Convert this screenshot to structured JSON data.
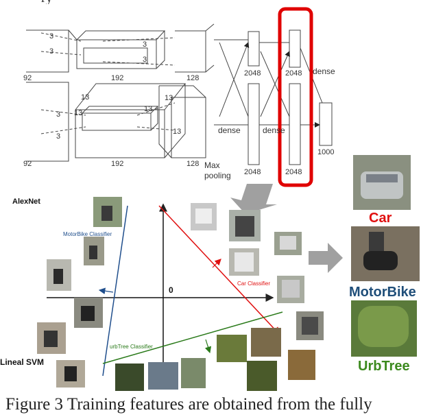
{
  "caption": "Figure 3 Training features are obtained from the fully",
  "top_fragment": "ry",
  "network": {
    "dims": {
      "d3a": "3",
      "d3b": "3",
      "d3c": "3",
      "d3d": "3",
      "d3e": "3",
      "d3f": "3",
      "d13a": "13",
      "d13b": "13",
      "d13c": "13",
      "d13d": "13",
      "d13e": "13",
      "d192a": "192",
      "d192b": "192",
      "d128a": "128",
      "d128b": "128",
      "d92a": "92",
      "d92b": "92",
      "d2048a": "2048",
      "d2048b": "2048",
      "d2048c": "2048",
      "d2048d": "2048",
      "d1000": "1000"
    },
    "dense_1": "dense",
    "dense_2": "dense",
    "dense_3": "dense",
    "max_pooling_1": "Max",
    "max_pooling_2": "pooling",
    "highlight_color": "#e00000"
  },
  "svm": {
    "alexnet_label": "AlexNet",
    "lineal_svm_label": "Lineal SVM",
    "origin_label": "0",
    "motorbike_classifier": "MotorBike Classifier",
    "car_classifier": "Car Classifier",
    "urbtree_classifier": "urbTree Classifier",
    "colors": {
      "motorbike": "#1f4e8c",
      "car": "#e01010",
      "urbtree": "#2a7a1a"
    }
  },
  "outputs": {
    "car": "Car",
    "motorbike": "MotorBike",
    "urbtree": "UrbTree",
    "colors": {
      "car": "#e01010",
      "motorbike": "#1f4e79",
      "urbtree": "#3c8a1e"
    }
  }
}
